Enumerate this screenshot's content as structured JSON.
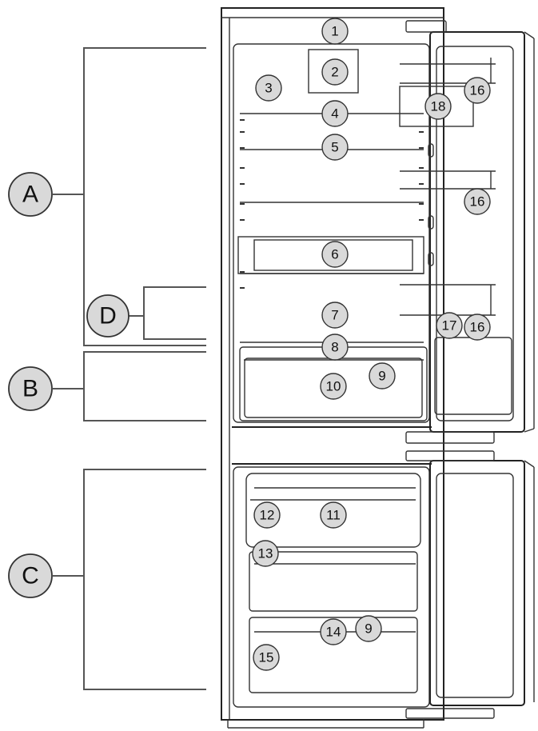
{
  "sections": [
    {
      "id": "A",
      "label": "A"
    },
    {
      "id": "B",
      "label": "B"
    },
    {
      "id": "C",
      "label": "C"
    },
    {
      "id": "D",
      "label": "D"
    }
  ],
  "callouts": {
    "c1": "1",
    "c2": "2",
    "c3": "3",
    "c4": "4",
    "c5": "5",
    "c6": "6",
    "c7": "7",
    "c8": "8",
    "c9a": "9",
    "c9b": "9",
    "c10": "10",
    "c11": "11",
    "c12": "12",
    "c13": "13",
    "c14": "14",
    "c15": "15",
    "c16a": "16",
    "c16b": "16",
    "c16c": "16",
    "c17": "17",
    "c18": "18"
  }
}
